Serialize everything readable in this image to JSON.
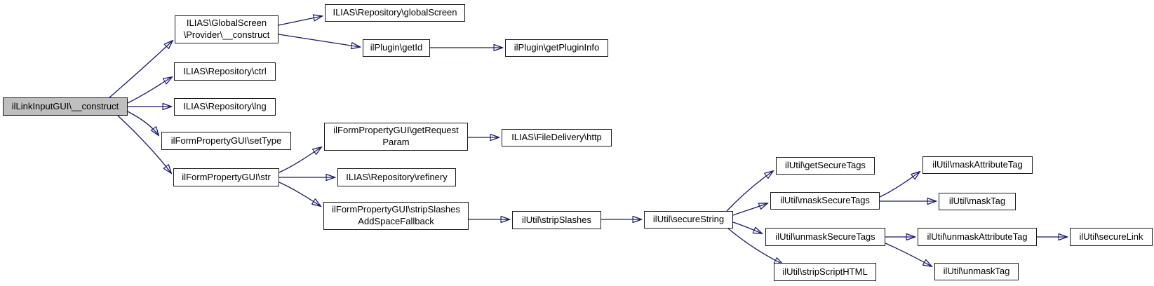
{
  "diagram": {
    "type": "call-graph",
    "background_color": "#ffffff",
    "node_fill_color": "#ffffff",
    "root_fill_color": "#bfbfbf",
    "node_border_color": "#1a1a1a",
    "edge_color": "#191970",
    "nodes": {
      "root": {
        "label": "ilLinkInputGUI\\__construct"
      },
      "globalscreen_provider": {
        "label": "ILIAS\\GlobalScreen\n\\Provider\\__construct"
      },
      "repository_globalscreen": {
        "label": "ILIAS\\Repository\\globalScreen"
      },
      "plugin_getid": {
        "label": "ilPlugin\\getId"
      },
      "plugin_getplugininfo": {
        "label": "ilPlugin\\getPluginInfo"
      },
      "repository_ctrl": {
        "label": "ILIAS\\Repository\\ctrl"
      },
      "repository_lng": {
        "label": "ILIAS\\Repository\\lng"
      },
      "form_settype": {
        "label": "ilFormPropertyGUI\\setType"
      },
      "form_str": {
        "label": "ilFormPropertyGUI\\str"
      },
      "form_getrequestparam": {
        "label": "ilFormPropertyGUI\\getRequest\nParam"
      },
      "filedelivery_http": {
        "label": "ILIAS\\FileDelivery\\http"
      },
      "repository_refinery": {
        "label": "ILIAS\\Repository\\refinery"
      },
      "form_stripslashes_fallback": {
        "label": "ilFormPropertyGUI\\stripSlashes\nAddSpaceFallback"
      },
      "util_stripslashes": {
        "label": "ilUtil\\stripSlashes"
      },
      "util_securestring": {
        "label": "ilUtil\\secureString"
      },
      "util_getsecuretags": {
        "label": "ilUtil\\getSecureTags"
      },
      "util_masksecuretags": {
        "label": "ilUtil\\maskSecureTags"
      },
      "util_unmasksecuretags": {
        "label": "ilUtil\\unmaskSecureTags"
      },
      "util_stripscripthtml": {
        "label": "ilUtil\\stripScriptHTML"
      },
      "util_maskattributetag": {
        "label": "ilUtil\\maskAttributeTag"
      },
      "util_masktag": {
        "label": "ilUtil\\maskTag"
      },
      "util_unmaskattributetag": {
        "label": "ilUtil\\unmaskAttributeTag"
      },
      "util_unmasktag": {
        "label": "ilUtil\\unmaskTag"
      },
      "util_securelink": {
        "label": "ilUtil\\secureLink"
      }
    },
    "edges": [
      {
        "from": "root",
        "to": "globalscreen_provider"
      },
      {
        "from": "root",
        "to": "repository_ctrl"
      },
      {
        "from": "root",
        "to": "repository_lng"
      },
      {
        "from": "root",
        "to": "form_settype"
      },
      {
        "from": "root",
        "to": "form_str"
      },
      {
        "from": "globalscreen_provider",
        "to": "repository_globalscreen"
      },
      {
        "from": "globalscreen_provider",
        "to": "plugin_getid"
      },
      {
        "from": "plugin_getid",
        "to": "plugin_getplugininfo"
      },
      {
        "from": "form_str",
        "to": "form_getrequestparam"
      },
      {
        "from": "form_str",
        "to": "repository_refinery"
      },
      {
        "from": "form_str",
        "to": "form_stripslashes_fallback"
      },
      {
        "from": "form_getrequestparam",
        "to": "filedelivery_http"
      },
      {
        "from": "form_stripslashes_fallback",
        "to": "util_stripslashes"
      },
      {
        "from": "util_stripslashes",
        "to": "util_securestring"
      },
      {
        "from": "util_securestring",
        "to": "util_getsecuretags"
      },
      {
        "from": "util_securestring",
        "to": "util_masksecuretags"
      },
      {
        "from": "util_securestring",
        "to": "util_unmasksecuretags"
      },
      {
        "from": "util_securestring",
        "to": "util_stripscripthtml"
      },
      {
        "from": "util_masksecuretags",
        "to": "util_maskattributetag"
      },
      {
        "from": "util_masksecuretags",
        "to": "util_masktag"
      },
      {
        "from": "util_unmasksecuretags",
        "to": "util_unmaskattributetag"
      },
      {
        "from": "util_unmasksecuretags",
        "to": "util_unmasktag"
      },
      {
        "from": "util_unmaskattributetag",
        "to": "util_securelink"
      }
    ]
  }
}
